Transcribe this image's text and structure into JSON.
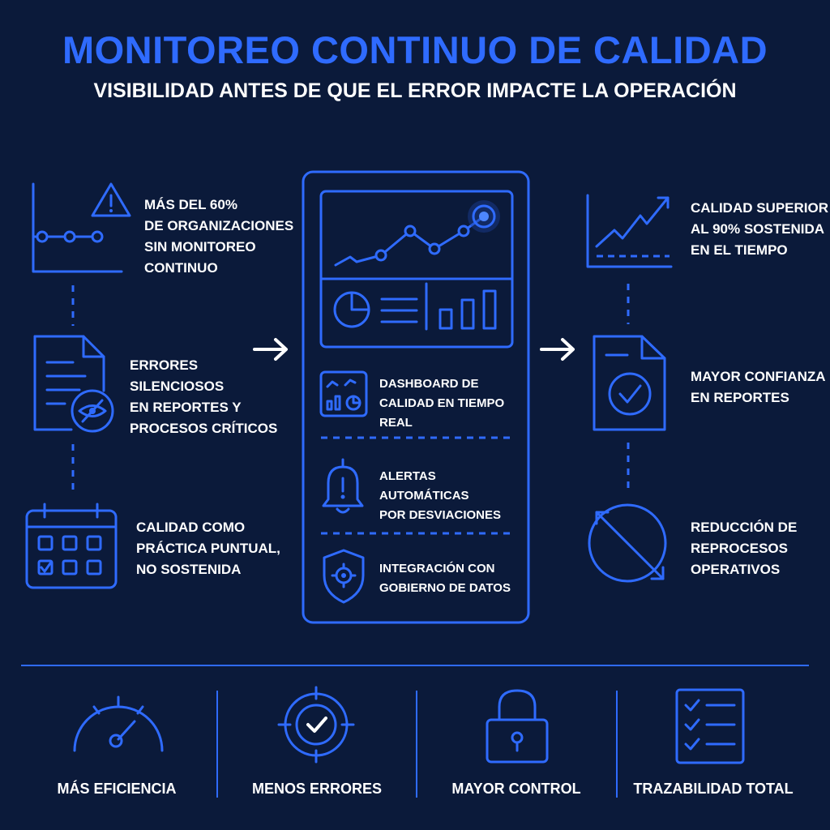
{
  "header": {
    "title": "MONITOREO CONTINUO DE CALIDAD",
    "subtitle": "VISIBILIDAD ANTES DE QUE EL ERROR IMPACTE LA OPERACIÓN"
  },
  "problems": [
    {
      "lines": [
        "MÁS DEL 60%",
        "DE ORGANIZACIONES",
        "SIN MONITOREO",
        "CONTINUO"
      ],
      "icon": "warning-chart-icon"
    },
    {
      "lines": [
        "ERRORES",
        "SILENCIOSOS",
        "EN REPORTES Y",
        "PROCESOS CRÍTICOS"
      ],
      "icon": "hidden-document-icon"
    },
    {
      "lines": [
        "CALIDAD COMO",
        "PRÁCTICA PUNTUAL,",
        "NO SOSTENIDA"
      ],
      "icon": "calendar-icon"
    }
  ],
  "solution": {
    "features": [
      {
        "lines": [
          "DASHBOARD DE",
          "CALIDAD EN TIEMPO REAL"
        ],
        "icon": "dashboard-icon"
      },
      {
        "lines": [
          "ALERTAS AUTOMÁTICAS",
          "POR DESVIACIONES"
        ],
        "icon": "bell-alert-icon"
      },
      {
        "lines": [
          "INTEGRACIÓN CON",
          "GOBIERNO DE DATOS"
        ],
        "icon": "shield-gear-icon"
      }
    ]
  },
  "results": [
    {
      "lines": [
        "CALIDAD SUPERIOR",
        "AL 90% SOSTENIDA",
        "EN EL TIEMPO"
      ],
      "icon": "rising-chart-icon"
    },
    {
      "lines": [
        "MAYOR CONFIANZA",
        "EN REPORTES"
      ],
      "icon": "verified-document-icon"
    },
    {
      "lines": [
        "REDUCCIÓN DE",
        "REPROCESOS",
        "OPERATIVOS"
      ],
      "icon": "no-rework-icon"
    }
  ],
  "benefits": [
    {
      "label": "MÁS EFICIENCIA",
      "icon": "speedometer-icon"
    },
    {
      "label": "MENOS ERRORES",
      "icon": "target-check-icon"
    },
    {
      "label": "MAYOR CONTROL",
      "icon": "padlock-icon"
    },
    {
      "label": "TRAZABILIDAD TOTAL",
      "icon": "checklist-icon"
    }
  ],
  "colors": {
    "background": "#0b1a3a",
    "accent": "#2f6bff",
    "text": "#ffffff"
  }
}
